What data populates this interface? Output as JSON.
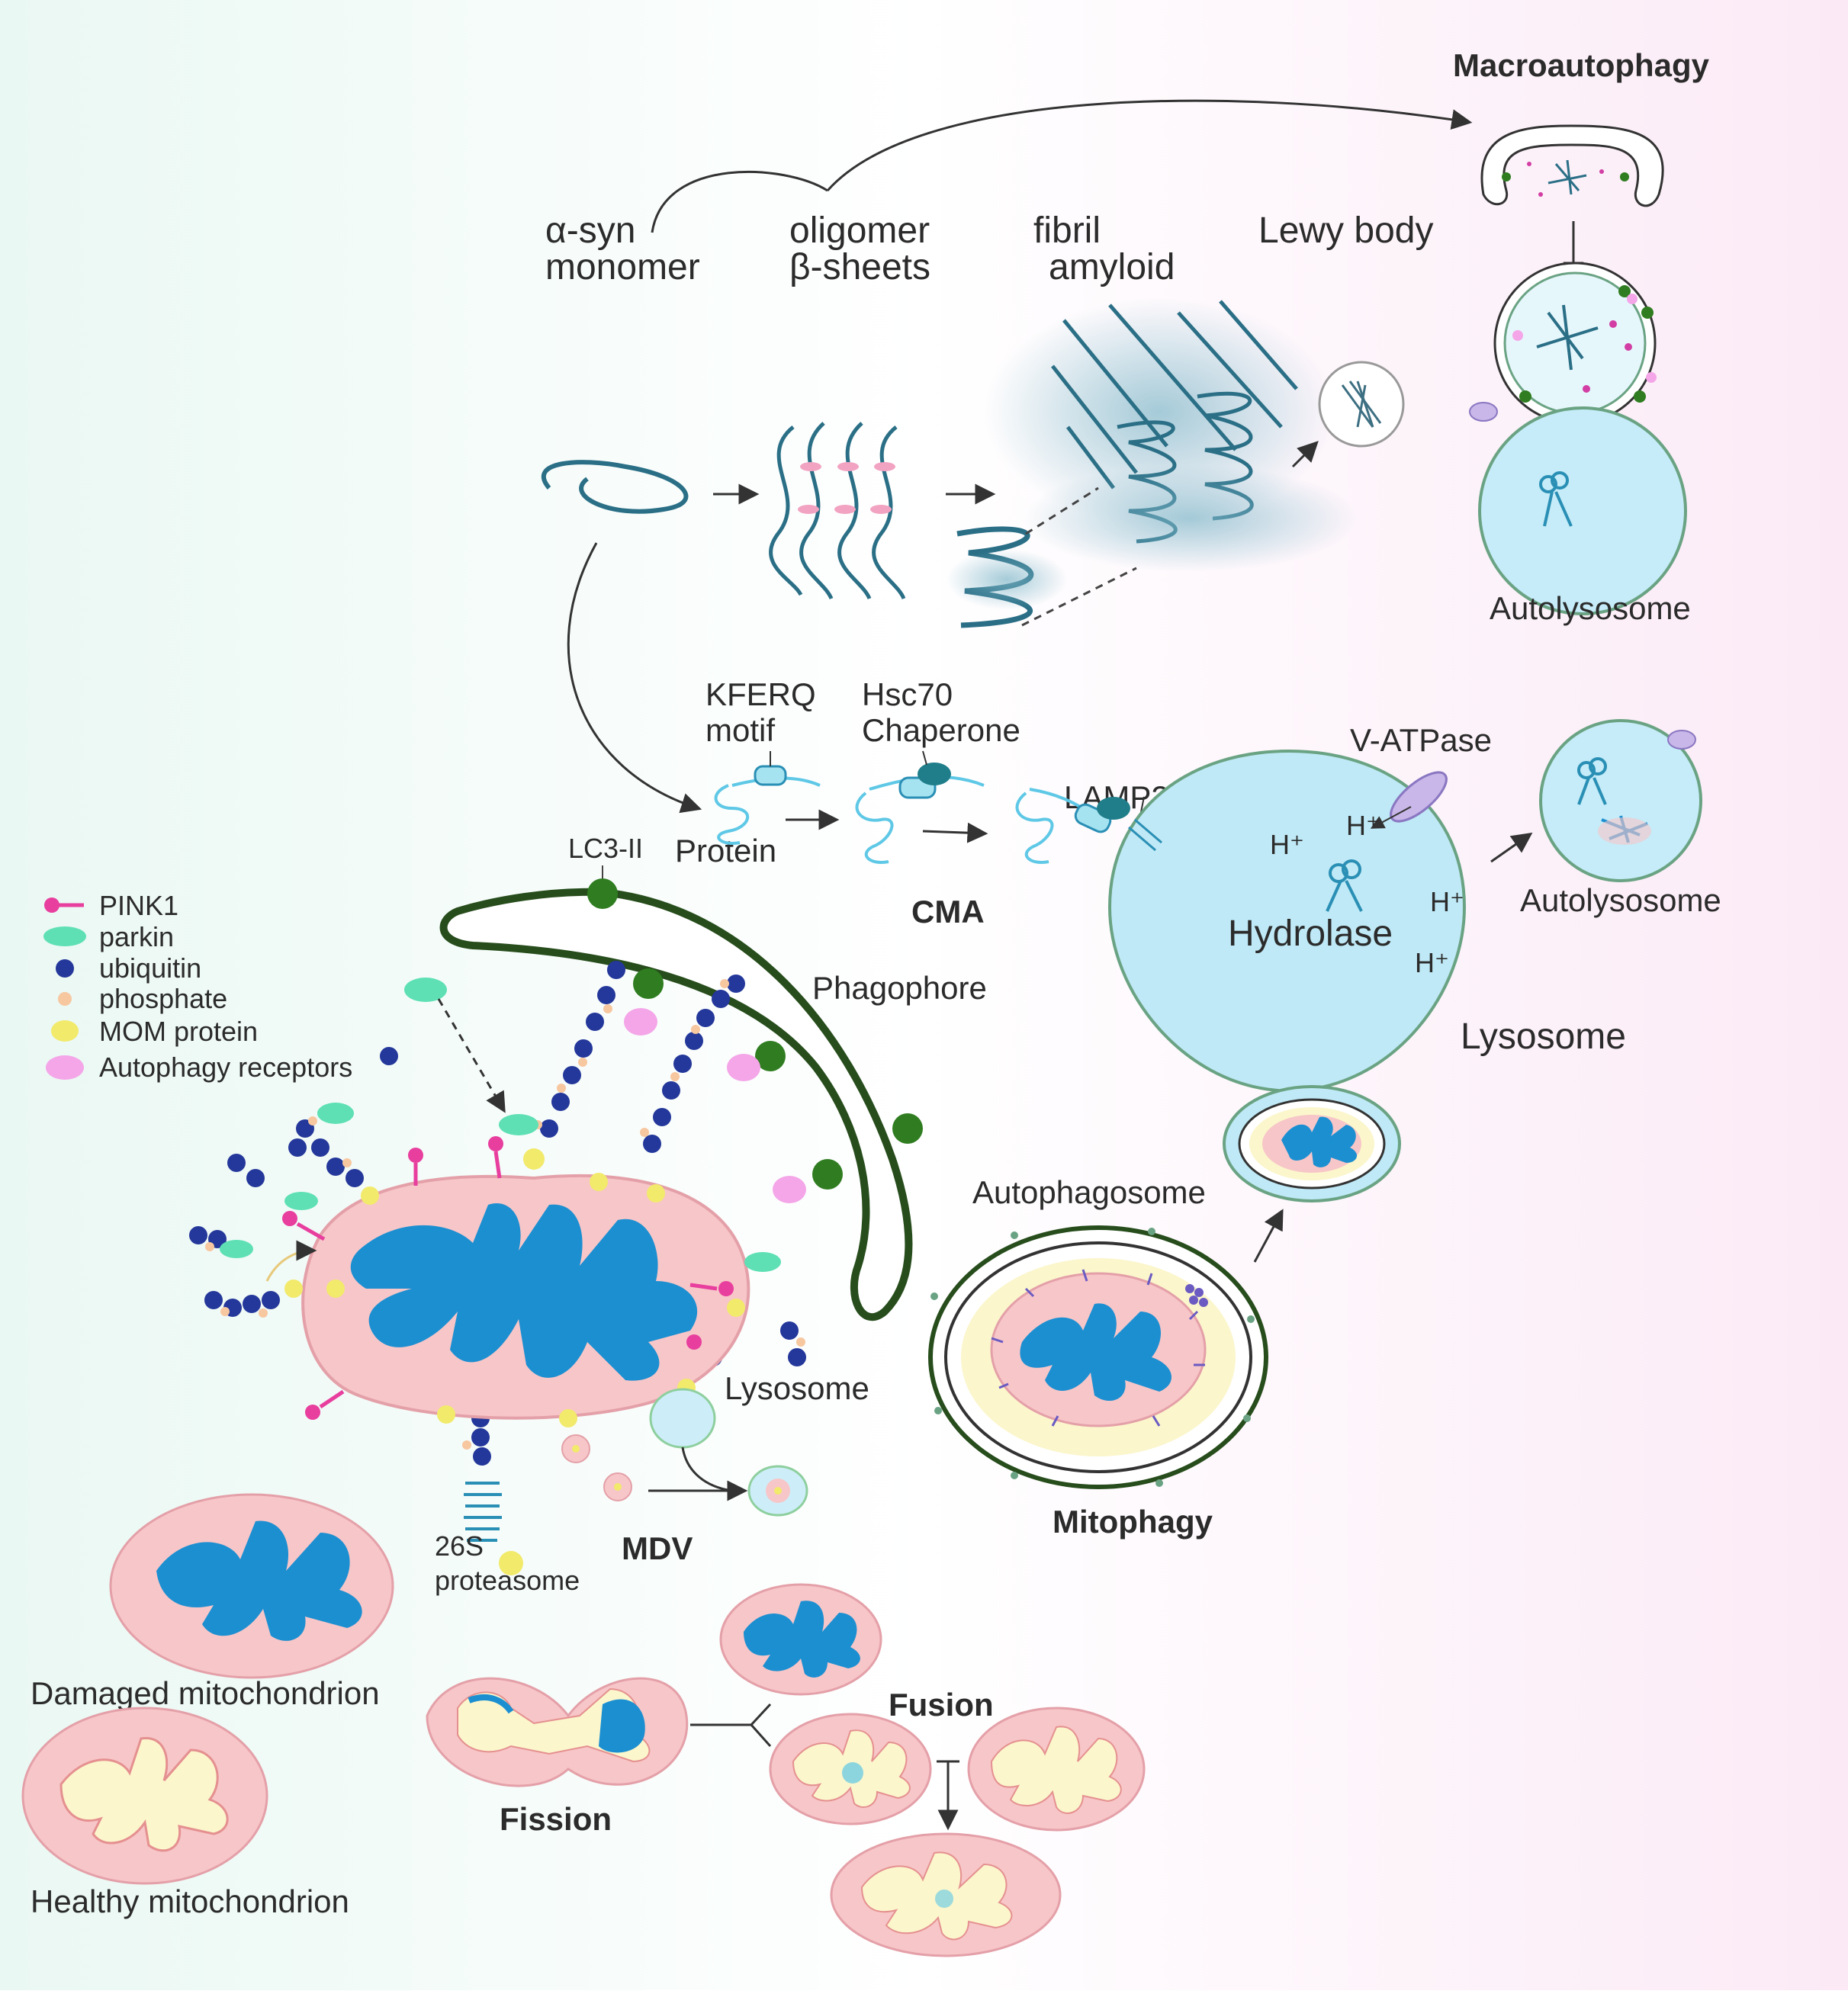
{
  "labels": {
    "macroautophagy": "Macroautophagy",
    "asyn_monomer_1": "α-syn",
    "asyn_monomer_2": "monomer",
    "oligomer_1": "oligomer",
    "oligomer_2": "β-sheets",
    "fibril_1": "fibril",
    "fibril_2": "amyloid",
    "lewy_body": "Lewy body",
    "autolysosome_top": "Autolysosome",
    "kferq_1": "KFERQ",
    "kferq_2": "motif",
    "hsc70_1": "Hsc70",
    "hsc70_2": "Chaperone",
    "lamp2a": "LAMP2A",
    "v_atpase": "V-ATPase",
    "protein": "Protein",
    "lc3": "LC3-II",
    "cma": "CMA",
    "hydrolase": "Hydrolase",
    "autolysosome_right": "Autolysosome",
    "phagophore": "Phagophore",
    "lysosome_big": "Lysosome",
    "autophagosome": "Autophagosome",
    "lysosome_small": "Lysosome",
    "mitophagy": "Mitophagy",
    "mdv": "MDV",
    "proteasome_1": "26S",
    "proteasome_2": "proteasome",
    "damaged": "Damaged mitochondrion",
    "healthy": "Healthy mitochondrion",
    "fission": "Fission",
    "fusion": "Fusion",
    "hplus": "H⁺"
  },
  "legend": [
    {
      "label": "PINK1",
      "icon": "pink1-icon",
      "color": "#e83e9e"
    },
    {
      "label": "parkin",
      "icon": "parkin-icon",
      "color": "#5ee0b4"
    },
    {
      "label": "ubiquitin",
      "icon": "ubiquitin-icon",
      "color": "#24379a"
    },
    {
      "label": "phosphate",
      "icon": "phosphate-icon",
      "color": "#f7c7a0"
    },
    {
      "label": "MOM protein",
      "icon": "mom-protein-icon",
      "color": "#f2ea6b"
    },
    {
      "label": "Autophagy receptors",
      "icon": "autophagy-receptor-icon",
      "color": "#f4a6e8"
    }
  ],
  "colors": {
    "matrix_blue": "#1c8fd1",
    "mito_pink": "#f7c6c8",
    "mito_cream": "#fbf6cc",
    "lysosome_fill": "#bfe9f6",
    "phagophore_green": "#274d1c",
    "lc3_green": "#2f7d20",
    "fibril_teal": "#2a6f86"
  }
}
